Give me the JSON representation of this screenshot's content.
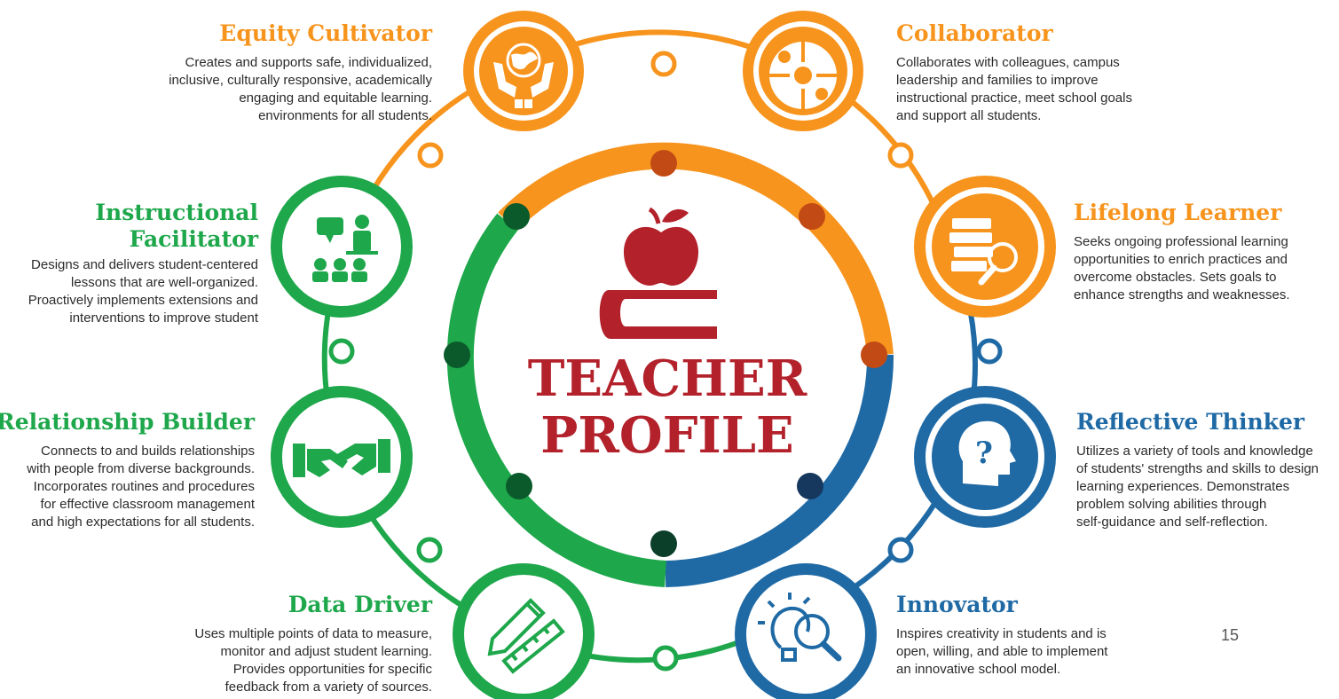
{
  "colors": {
    "orange": "#f7941d",
    "green": "#1ea74b",
    "blue": "#1f6aa5",
    "red": "#b3212b",
    "dark_red": "#c24a14",
    "dark_green": "#0b5a2b",
    "dark_blue": "#16385e"
  },
  "center": {
    "line1": "TEACHER",
    "line2": "PROFILE",
    "icon": "apple-on-book-icon"
  },
  "roles": [
    {
      "key": "equity",
      "title": "Equity Cultivator",
      "color": "orange",
      "icon": "globe-in-hands-icon",
      "lines": [
        "Creates and supports safe, individualized,",
        "inclusive, culturally responsive, academically",
        "engaging and equitable learning.",
        "environments for all students."
      ]
    },
    {
      "key": "collaborator",
      "title": "Collaborator",
      "color": "orange",
      "icon": "puzzle-icon",
      "lines": [
        "Collaborates with colleagues, campus",
        "leadership and families to improve",
        "instructional practice, meet school goals",
        "and support all students."
      ]
    },
    {
      "key": "instructional",
      "title_lines": [
        "Instructional",
        "Facilitator"
      ],
      "color": "green",
      "icon": "teacher-presenting-icon",
      "lines": [
        "Designs and delivers student-centered",
        "lessons that are well-organized.",
        "Proactively implements extensions and",
        "interventions to improve student"
      ]
    },
    {
      "key": "lifelong",
      "title": "Lifelong Learner",
      "color": "orange",
      "icon": "books-magnifier-icon",
      "lines": [
        "Seeks ongoing professional learning",
        "opportunities to enrich practices and",
        "overcome obstacles. Sets goals to",
        "enhance strengths and weaknesses."
      ]
    },
    {
      "key": "relationship",
      "title": "Relationship Builder",
      "color": "green",
      "icon": "handshake-icon",
      "lines": [
        "Connects to and builds relationships",
        "with people from diverse backgrounds.",
        "Incorporates routines and procedures",
        "for effective classroom management",
        "and high expectations for all students."
      ]
    },
    {
      "key": "reflective",
      "title": "Reflective Thinker",
      "color": "blue",
      "icon": "head-question-icon",
      "lines": [
        "Utilizes a variety of tools and knowledge",
        "of students' strengths and skills to design",
        "learning experiences. Demonstrates",
        "problem solving abilities through",
        "self-guidance and self-reflection."
      ]
    },
    {
      "key": "data",
      "title": "Data Driver",
      "color": "green",
      "icon": "pencil-ruler-icon",
      "lines": [
        "Uses multiple points of data to measure,",
        "monitor and adjust student learning.",
        "Provides opportunities for specific",
        "feedback from a variety of sources."
      ]
    },
    {
      "key": "innovator",
      "title": "Innovator",
      "color": "blue",
      "icon": "lightbulb-magnifier-icon",
      "lines": [
        "Inspires creativity in students and is",
        "open, willing, and able to implement",
        "an innovative school model."
      ]
    }
  ],
  "page_number": "15"
}
